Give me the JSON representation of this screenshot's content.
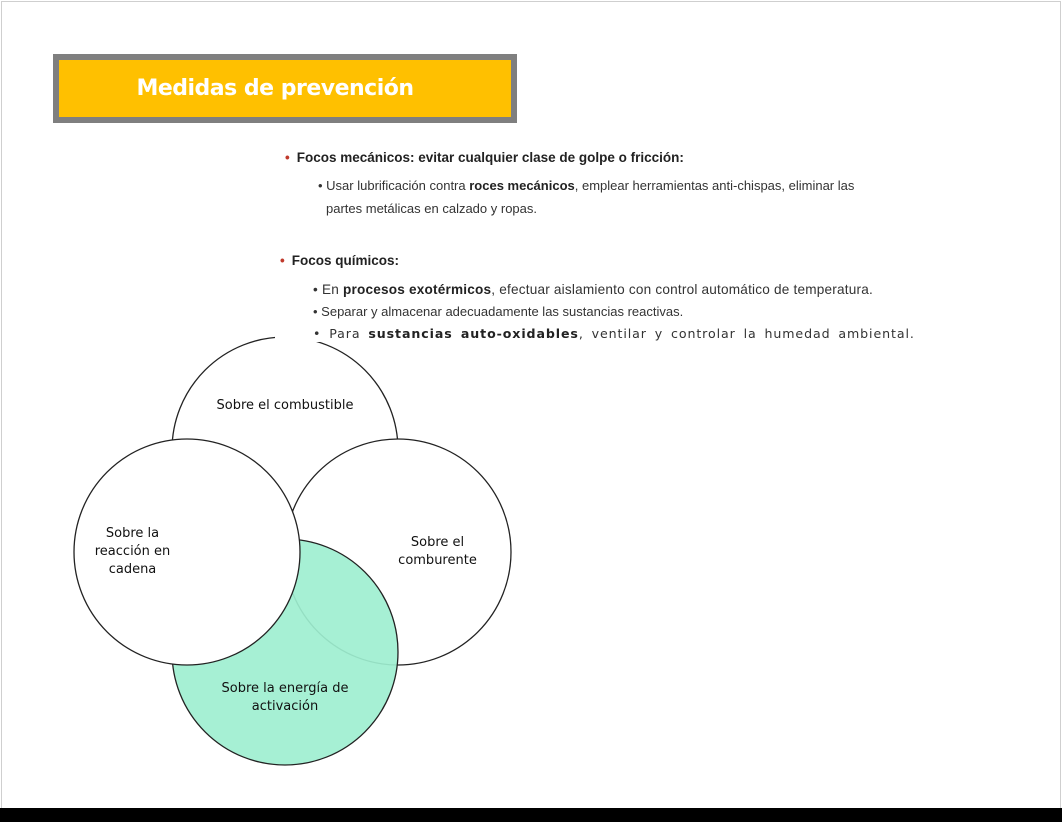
{
  "title": "Medidas de prevención",
  "sections": [
    {
      "heading": "Focos mecánicos: evitar cualquier clase de golpe o fricción:",
      "items": [
        {
          "pre": "Usar lubrificación contra ",
          "bold": "roces mecánicos",
          "post": ", emplear herramientas anti-chispas, eliminar las"
        },
        {
          "pre": "partes metálicas en calzado y ropas.",
          "bold": "",
          "post": ""
        }
      ]
    },
    {
      "heading": "Focos químicos:",
      "items": [
        {
          "pre": "En ",
          "bold": "procesos exotérmicos",
          "post": ", efectuar aislamiento con control automático de temperatura."
        },
        {
          "pre": "Separar y almacenar adecuadamente las sustancias reactivas.",
          "bold": "",
          "post": ""
        },
        {
          "pre": "Para ",
          "bold": "sustancias auto-oxidables",
          "post": ", ventilar y controlar la humedad ambiental."
        }
      ]
    }
  ],
  "venn": {
    "top": "Sobre el combustible",
    "left": [
      "Sobre la",
      "reacción en",
      "cadena"
    ],
    "right": [
      "Sobre el",
      "comburente"
    ],
    "bottom": [
      "Sobre la energía de",
      "activación"
    ],
    "highlight_color": "#9EEFD0"
  },
  "colors": {
    "title_bg": "#FFC000",
    "title_border": "#7f7f7f",
    "bullet": "#c0392b"
  }
}
